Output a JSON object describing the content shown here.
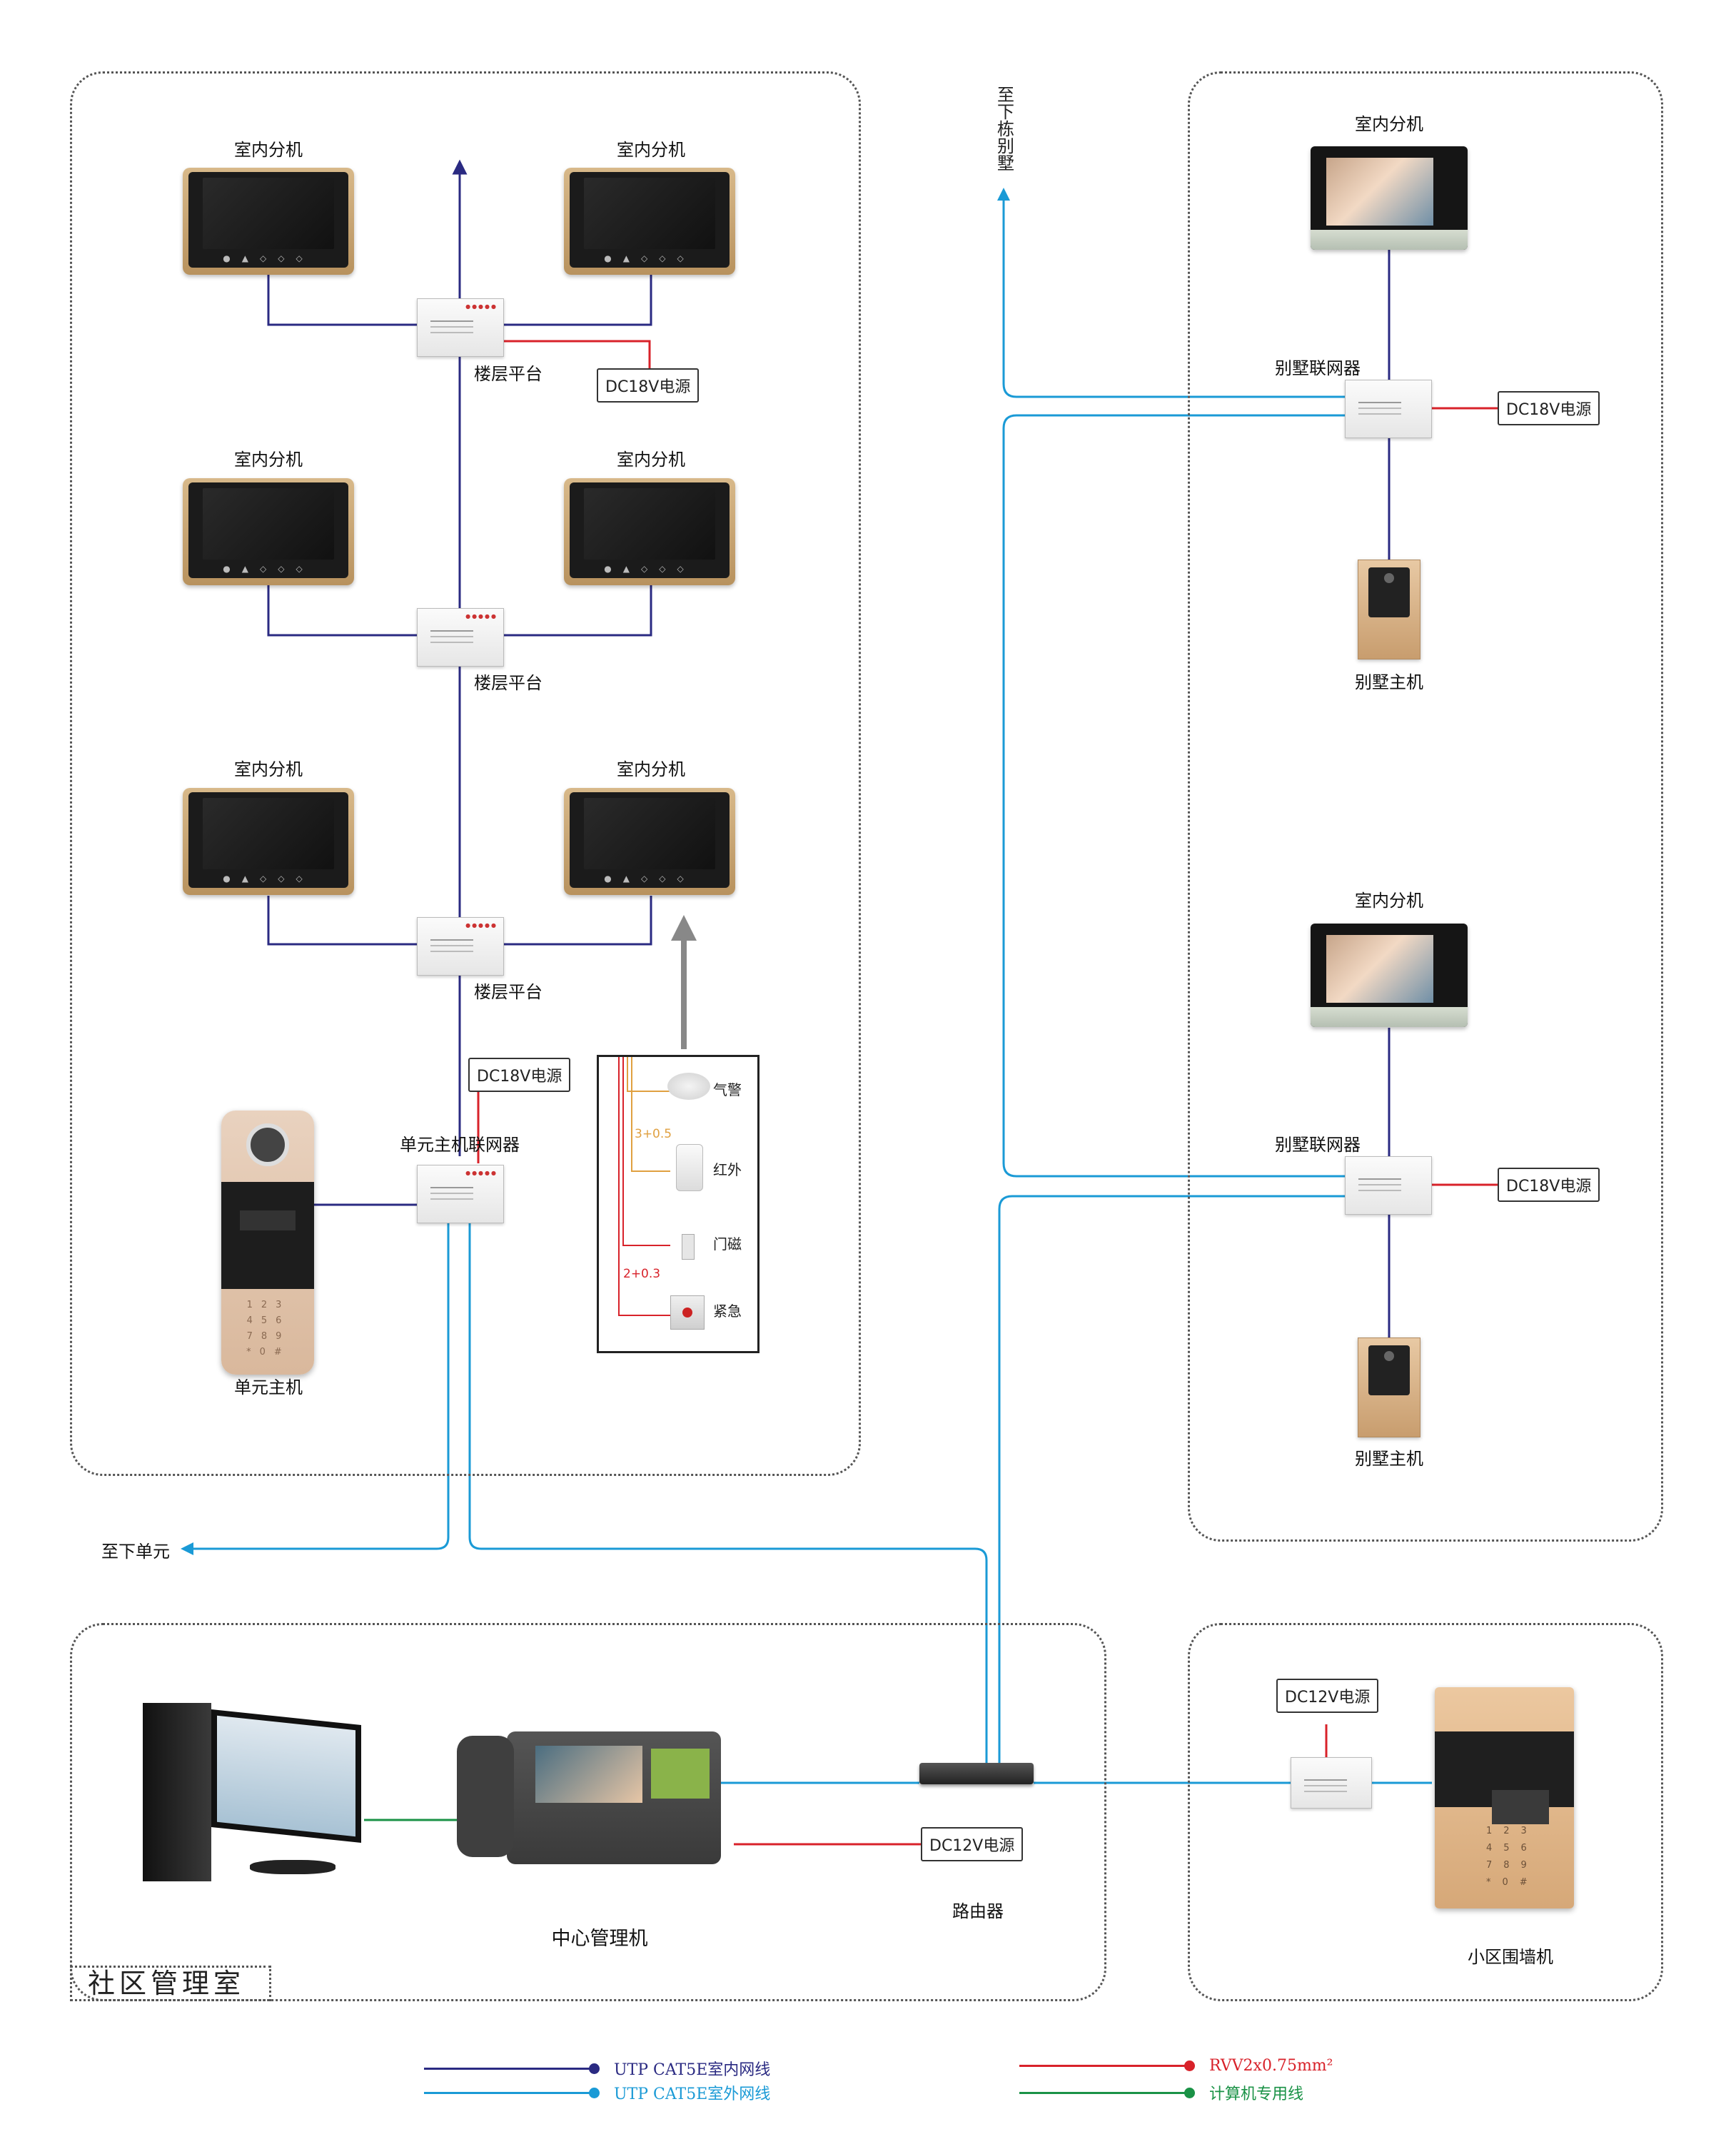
{
  "labels": {
    "indoor_unit": "室内分机",
    "floor_platform": "楼层平台",
    "psu_dc18": "DC18V电源",
    "psu_dc12": "DC12V电源",
    "unit_master_networker": "单元主机联网器",
    "unit_master": "单元主机",
    "villa_networker": "别墅联网器",
    "villa_master": "别墅主机",
    "to_next_villa": "至下栋别墅",
    "to_next_unit": "至下单元",
    "center_console": "中心管理机",
    "router": "路由器",
    "community_room": "社区管理室",
    "wall_station": "小区围墙机"
  },
  "sensors": {
    "gas": "气警",
    "infrared": "红外",
    "door_magnet": "门磁",
    "emergency": "紧急",
    "wire_a": "3+0.5",
    "wire_b": "2+0.3"
  },
  "legend": [
    {
      "text": "UTP CAT5E室内网线",
      "color": "#2a2a82"
    },
    {
      "text": "UTP CAT5E室外网线",
      "color": "#1a9ad6"
    },
    {
      "text": "RVV2x0.75mm²",
      "color": "#d8222a"
    },
    {
      "text": "计算机专用线",
      "color": "#1a9246"
    }
  ],
  "colors": {
    "indoor_cable": "#2a2a82",
    "outdoor_cable": "#1a9ad6",
    "power_cable": "#d8222a",
    "pc_cable": "#1a9246",
    "sensor_wire": "#e0a040"
  }
}
